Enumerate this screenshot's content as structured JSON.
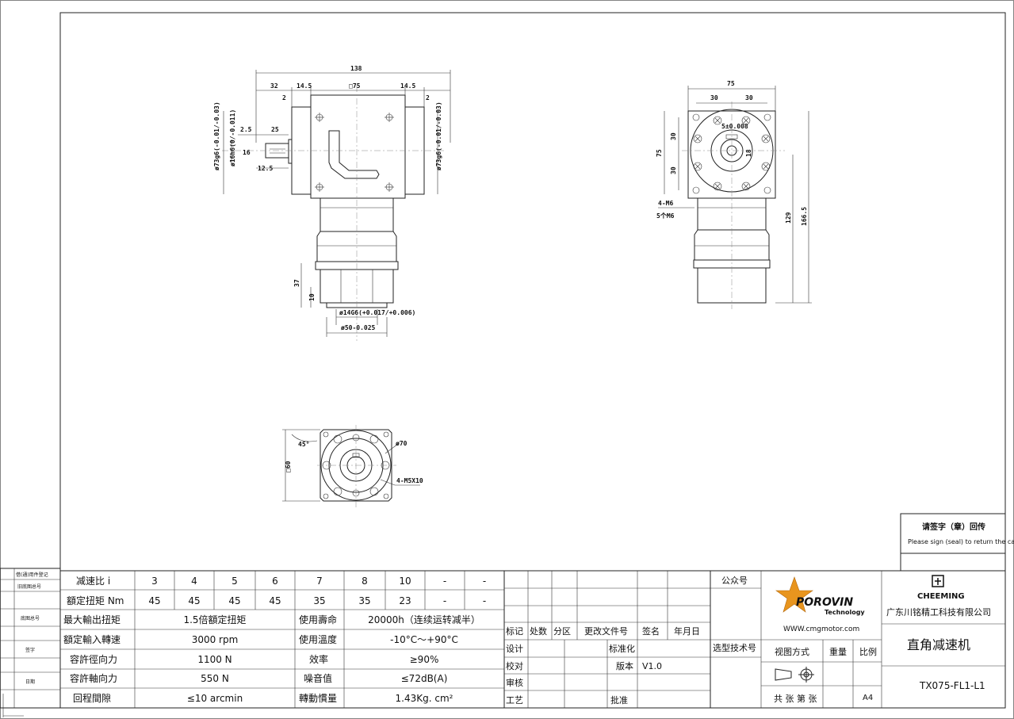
{
  "drawing_dimensions": {
    "front": [
      "138",
      "32",
      "14.5",
      "□75",
      "14.5",
      "2",
      "2",
      "2.5",
      "25",
      "16",
      "12.5",
      "ø73g6(-0.01/-0.03)",
      "ø16h6(0/-0.011)",
      "ø73g6(-0.01/-0.03)"
    ],
    "side": [
      "75",
      "30",
      "30",
      "30",
      "30",
      "75",
      "5±0.008",
      "18",
      "4-M6",
      "5个M6",
      "129",
      "166.5"
    ],
    "lower": [
      "37",
      "10",
      "ø14G6(+0.017/+0.006)",
      "ø50-0.025"
    ],
    "flange": [
      "45°",
      "ø70",
      "□60",
      "4-M5X10"
    ]
  },
  "return_box": {
    "line1": "请签字（章）回传",
    "line2": "Please sign (seal) to return the call"
  },
  "side_stamps": [
    "借(通)用件登记",
    "旧底图总号",
    "底图总号",
    "签字",
    "日期"
  ],
  "spec_table": {
    "ratio_label": "减速比 i",
    "ratios": [
      "3",
      "4",
      "5",
      "6",
      "7",
      "8",
      "10",
      "-",
      "-"
    ],
    "torque_label": "額定扭矩 Nm",
    "torques": [
      "45",
      "45",
      "45",
      "45",
      "35",
      "35",
      "23",
      "-",
      "-"
    ],
    "rows": [
      {
        "l1": "最大輸出扭矩",
        "v1": "1.5倍額定扭矩",
        "l2": "使用壽命",
        "v2": "20000h（连续运转减半）"
      },
      {
        "l1": "額定輸入轉速",
        "v1": "3000 rpm",
        "l2": "使用溫度",
        "v2": "-10°C～+90°C"
      },
      {
        "l1": "容許徑向力",
        "v1": "1100 N",
        "l2": "效率",
        "v2": "≥90%"
      },
      {
        "l1": "容許軸向力",
        "v1": "550 N",
        "l2": "噪音值",
        "v2": "≤72dB(A)"
      },
      {
        "l1": "回程間隙",
        "v1": "≤10 arcmin",
        "l2": "轉動慣量",
        "v2": "1.43Kg. cm²"
      }
    ]
  },
  "revision_block": {
    "headers": [
      "标记",
      "处数",
      "分区",
      "更改文件号",
      "签名",
      "年月日"
    ],
    "design": "设计",
    "standard": "标准化",
    "check": "校对",
    "version_label": "版本",
    "version": "V1.0",
    "review": "审核",
    "process": "工艺",
    "approve": "批准"
  },
  "title_block": {
    "wechat": "公众号",
    "tech_no": "选型技术号",
    "brand": "POROVIN",
    "brand_sub": "Technology",
    "url": "WWW.cmgmotor.com",
    "view_method": "视图方式",
    "weight": "重量",
    "scale": "比例",
    "sheets": "共 张 第 张",
    "paper": "A4",
    "cm_brand": "CHEEMING",
    "company": "广东川铭精工科技有限公司",
    "product": "直角减速机",
    "model": "TX075-FL1-L1"
  },
  "colors": {
    "logo_orange": "#e8951e",
    "ink": "#111111"
  }
}
